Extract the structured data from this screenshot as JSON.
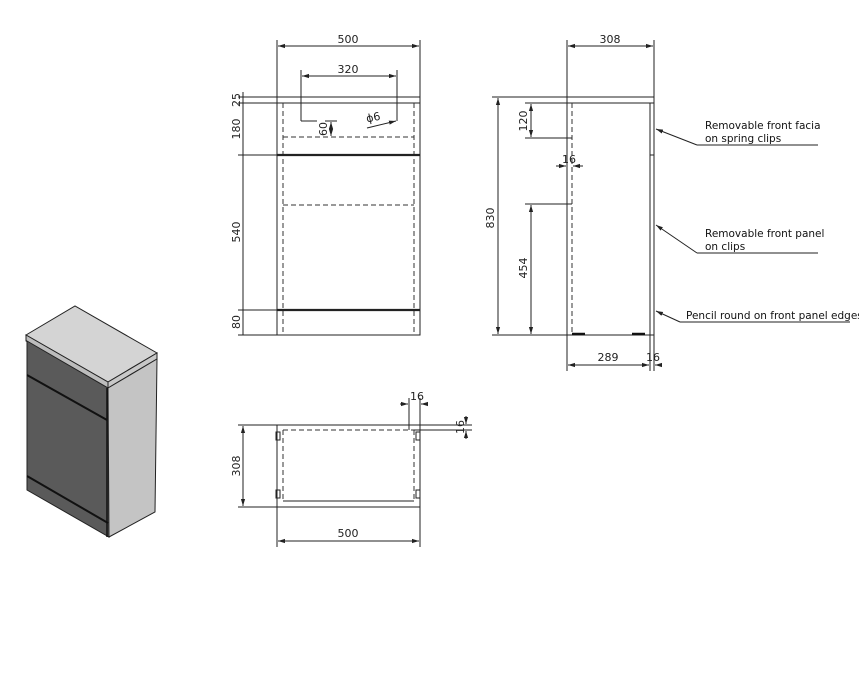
{
  "front_view": {
    "width_overall": "500",
    "handle_hole_spacing": "320",
    "hole_diameter": "ϕ6",
    "hole_offset": "60",
    "top_thickness": "25",
    "facia_height": "180",
    "panel_height": "540",
    "plinth_height": "80"
  },
  "side_view": {
    "depth_overall": "308",
    "height_overall": "830",
    "facia_clip_height": "120",
    "back_recess": "16",
    "panel_clip_height": "454",
    "carcass_depth": "289",
    "panel_thickness": "16"
  },
  "plan_view": {
    "depth": "308",
    "width": "500",
    "side_thickness": "16",
    "back_thickness": "16"
  },
  "annotations": {
    "facia_line1": "Removable front facia",
    "facia_line2": "on spring clips",
    "panel_line1": "Removable front panel",
    "panel_line2": "on clips",
    "edges": "Pencil round on front panel edges"
  },
  "colors": {
    "top_face": "#d2d2d2",
    "front_face": "#5a5a5a",
    "side_face": "#c4c4c4"
  }
}
